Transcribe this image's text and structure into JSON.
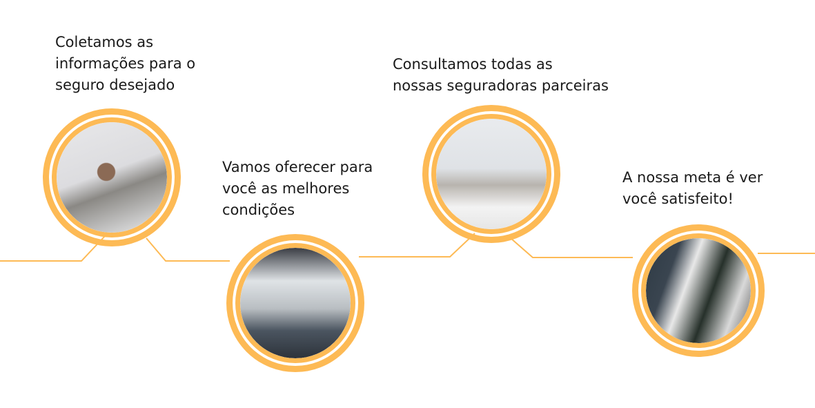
{
  "accent_color": "#FDBA55",
  "steps": [
    {
      "text": "Coletamos as\ninformações para o\nseguro desejado",
      "image": "woman-with-headset-at-desk"
    },
    {
      "text": "Vamos oferecer  para\nvocê as melhores\ncondições",
      "image": "team-meeting-presentation"
    },
    {
      "text": "Consultamos todas as\nnossas seguradoras parceiras",
      "image": "office-call-center-team"
    },
    {
      "text": "A nossa meta é ver\nvocê satisfeito!",
      "image": "smiling-woman-handshake"
    }
  ]
}
